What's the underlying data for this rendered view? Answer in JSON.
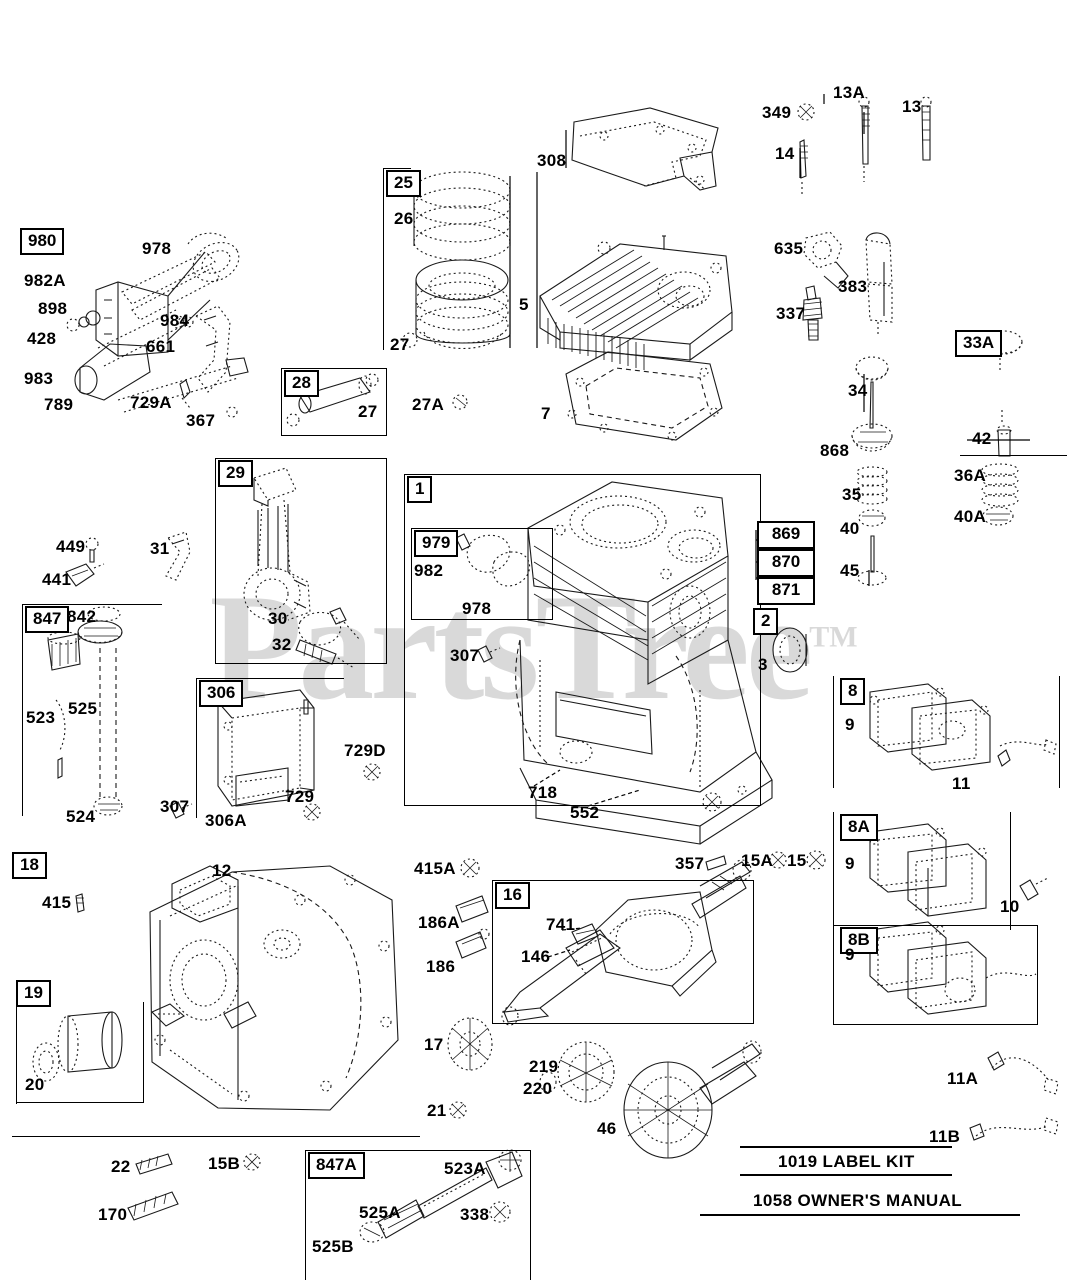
{
  "document": {
    "type": "exploded-parts-diagram",
    "watermark": "PartsTree",
    "watermark_tm": "TM"
  },
  "kits": [
    {
      "id": "label-kit",
      "text": "1019 LABEL KIT"
    },
    {
      "id": "owners-manual",
      "text": "1058 OWNER'S MANUAL"
    }
  ],
  "ref_boxes": [
    {
      "name": "ref-980",
      "label": "980"
    },
    {
      "name": "ref-25",
      "label": "25"
    },
    {
      "name": "ref-33a",
      "label": "33A"
    },
    {
      "name": "ref-28",
      "label": "28"
    },
    {
      "name": "ref-29",
      "label": "29"
    },
    {
      "name": "ref-1",
      "label": "1"
    },
    {
      "name": "ref-979",
      "label": "979"
    },
    {
      "name": "ref-2",
      "label": "2"
    },
    {
      "name": "ref-847",
      "label": "847"
    },
    {
      "name": "ref-306",
      "label": "306"
    },
    {
      "name": "ref-8",
      "label": "8"
    },
    {
      "name": "ref-8a",
      "label": "8A"
    },
    {
      "name": "ref-8b",
      "label": "8B"
    },
    {
      "name": "ref-18",
      "label": "18"
    },
    {
      "name": "ref-19",
      "label": "19"
    },
    {
      "name": "ref-16",
      "label": "16"
    },
    {
      "name": "ref-847a",
      "label": "847A"
    }
  ],
  "stack_group": {
    "name": "cylinder-bore-sizes",
    "items": [
      "869",
      "870",
      "871"
    ]
  },
  "callouts": {
    "connecting_rod_group": [
      {
        "name": "callout-978",
        "label": "978"
      },
      {
        "name": "callout-982a",
        "label": "982A"
      },
      {
        "name": "callout-898",
        "label": "898"
      },
      {
        "name": "callout-428",
        "label": "428"
      },
      {
        "name": "callout-983",
        "label": "983"
      },
      {
        "name": "callout-789",
        "label": "789"
      },
      {
        "name": "callout-984",
        "label": "984"
      },
      {
        "name": "callout-661",
        "label": "661"
      },
      {
        "name": "callout-729a",
        "label": "729A"
      },
      {
        "name": "callout-367",
        "label": "367"
      }
    ],
    "piston_group": [
      {
        "name": "callout-26",
        "label": "26"
      },
      {
        "name": "callout-27",
        "label": "27"
      },
      {
        "name": "callout-27-pin",
        "label": "27"
      },
      {
        "name": "callout-27a",
        "label": "27A"
      }
    ],
    "cylinder_head_group": [
      {
        "name": "callout-308",
        "label": "308"
      },
      {
        "name": "callout-5",
        "label": "5"
      },
      {
        "name": "callout-7",
        "label": "7"
      }
    ],
    "fasteners_top": [
      {
        "name": "callout-349",
        "label": "349"
      },
      {
        "name": "callout-14",
        "label": "14"
      },
      {
        "name": "callout-13a",
        "label": "13A"
      },
      {
        "name": "callout-13",
        "label": "13"
      }
    ],
    "ignition_group": [
      {
        "name": "callout-635",
        "label": "635"
      },
      {
        "name": "callout-337",
        "label": "337"
      },
      {
        "name": "callout-383",
        "label": "383"
      }
    ],
    "valve_train_group": [
      {
        "name": "callout-34",
        "label": "34"
      },
      {
        "name": "callout-868",
        "label": "868"
      },
      {
        "name": "callout-35",
        "label": "35"
      },
      {
        "name": "callout-40",
        "label": "40"
      },
      {
        "name": "callout-45",
        "label": "45"
      },
      {
        "name": "callout-42",
        "label": "42"
      },
      {
        "name": "callout-36a",
        "label": "36A"
      },
      {
        "name": "callout-40a",
        "label": "40A"
      }
    ],
    "cylinder_block_group": [
      {
        "name": "callout-982",
        "label": "982"
      },
      {
        "name": "callout-978b",
        "label": "978"
      },
      {
        "name": "callout-307",
        "label": "307"
      },
      {
        "name": "callout-3",
        "label": "3"
      },
      {
        "name": "callout-718",
        "label": "718"
      },
      {
        "name": "callout-552",
        "label": "552"
      }
    ],
    "oil_fill_group": [
      {
        "name": "callout-449",
        "label": "449"
      },
      {
        "name": "callout-441",
        "label": "441"
      },
      {
        "name": "callout-842",
        "label": "842"
      },
      {
        "name": "callout-523",
        "label": "523"
      },
      {
        "name": "callout-525",
        "label": "525"
      },
      {
        "name": "callout-524",
        "label": "524"
      },
      {
        "name": "callout-31",
        "label": "31"
      }
    ],
    "conrod_box_group": [
      {
        "name": "callout-30",
        "label": "30"
      },
      {
        "name": "callout-32",
        "label": "32"
      }
    ],
    "shroud_group": [
      {
        "name": "callout-729d",
        "label": "729D"
      },
      {
        "name": "callout-729",
        "label": "729"
      },
      {
        "name": "callout-306a",
        "label": "306A"
      },
      {
        "name": "callout-307b",
        "label": "307"
      }
    ],
    "breather_group": [
      {
        "name": "callout-9a",
        "label": "9"
      },
      {
        "name": "callout-11",
        "label": "11"
      },
      {
        "name": "callout-9b",
        "label": "9"
      },
      {
        "name": "callout-10",
        "label": "10"
      },
      {
        "name": "callout-9c",
        "label": "9"
      },
      {
        "name": "callout-11a",
        "label": "11A"
      },
      {
        "name": "callout-11b",
        "label": "11B"
      }
    ],
    "sump_group": [
      {
        "name": "callout-12",
        "label": "12"
      },
      {
        "name": "callout-415",
        "label": "415"
      },
      {
        "name": "callout-20",
        "label": "20"
      }
    ],
    "crankshaft_group": [
      {
        "name": "callout-415a",
        "label": "415A"
      },
      {
        "name": "callout-186a",
        "label": "186A"
      },
      {
        "name": "callout-186",
        "label": "186"
      },
      {
        "name": "callout-741",
        "label": "741"
      },
      {
        "name": "callout-146",
        "label": "146"
      },
      {
        "name": "callout-357",
        "label": "357"
      },
      {
        "name": "callout-15a",
        "label": "15A"
      },
      {
        "name": "callout-15",
        "label": "15"
      },
      {
        "name": "callout-17",
        "label": "17"
      },
      {
        "name": "callout-21",
        "label": "21"
      },
      {
        "name": "callout-219",
        "label": "219"
      },
      {
        "name": "callout-220",
        "label": "220"
      },
      {
        "name": "callout-46",
        "label": "46"
      }
    ],
    "bottom_fasteners": [
      {
        "name": "callout-22",
        "label": "22"
      },
      {
        "name": "callout-15b",
        "label": "15B"
      },
      {
        "name": "callout-170",
        "label": "170"
      }
    ],
    "dipstick_group": [
      {
        "name": "callout-523a",
        "label": "523A"
      },
      {
        "name": "callout-525a",
        "label": "525A"
      },
      {
        "name": "callout-525b",
        "label": "525B"
      },
      {
        "name": "callout-338",
        "label": "338"
      }
    ]
  }
}
